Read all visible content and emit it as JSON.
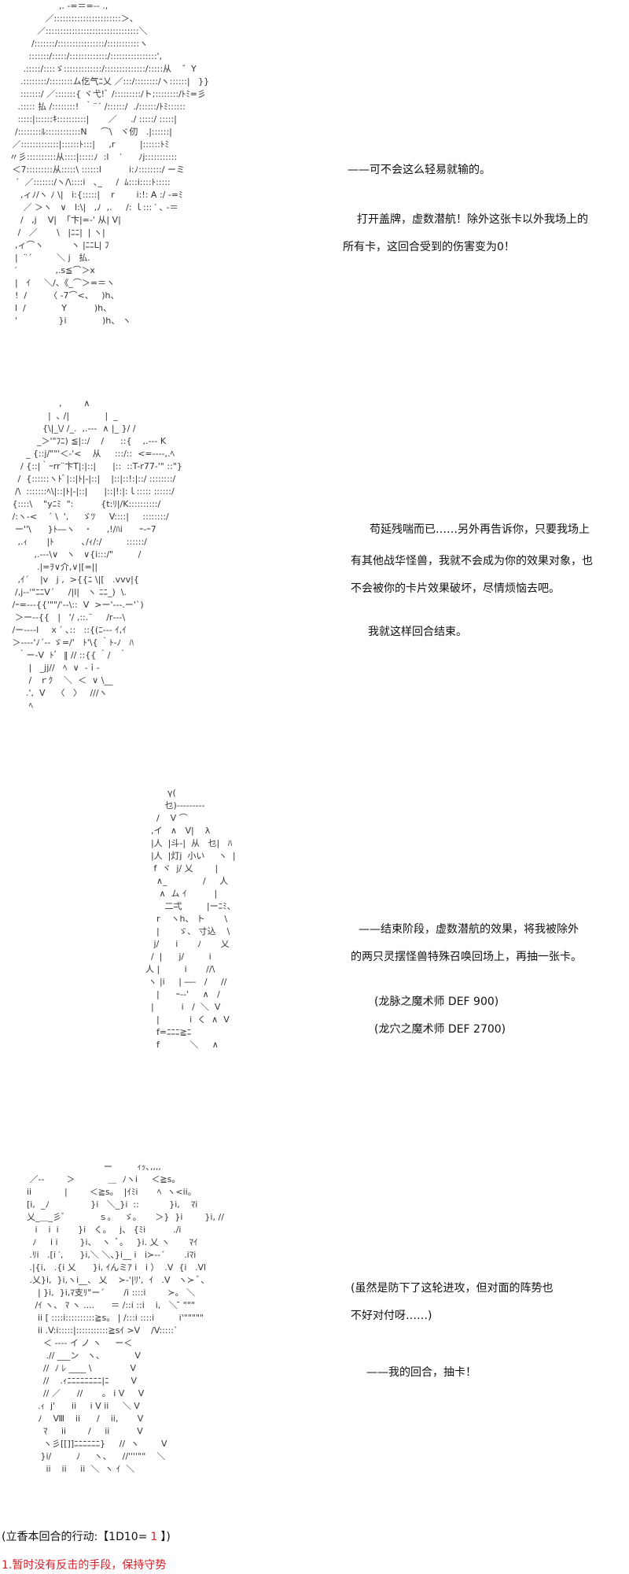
{
  "panels": [
    {
      "art": "                  ,. -=＝=‐- .,\n             ／:::::::::::::::::::::::＞、\n          ／::::::::::::::::::::::::::::::::＼\n        /:::::::/::::::::::::::::/:::::::::::ヽ\n       :::::::/:::::/:::::::::::::/::::::::::::::::',\n     .:::::/::::ゞ:::::::::::::/::::::::::::::/:::::从    ゛Y\n    .::::::::/::::::::ム仡气ﾆ乂 ／:::/::::::::/ヽ::::::|   }}\n    :::::::/ ／:::::::{ ヾ弋!ﾞ /:::::::::/ト;::::::::/ﾄﾐ=彡\n   .::::: 払 /::::::::!  ｀¨´ /::::::/  ./::::::/ﾄﾐ::::::\n   :::::|::::::ｷ::::::::::|       ／     ./ :::::/ :::::|\n  /::::::::ﾙ::::::::::::N     ⌒\\   ヾ仞   .|::::::|\n ／:::::::::::::|::::::ﾄ:::|     ,r         |::::::ﾄﾐ\n〃彡::::::::::从::::|:::::ﾉ  :l    ′      ﾉj:::::::::::\n ＜7:::::::::从:::::\\ ::::::l          i:ﾉ::::::::/ ーミ\n  ´  ／:::::::/ヽ/\\::::i   ､_     /  ﾑ:::i::::ﾄ:::::\n    ,ィﾉ/ヽ ﾉ \\|   i:{:::::|    r        i:!: A :/ ‐=ﾐ\n     ／ ＞ヽ   ∨   l:\\|   ,ﾉ  ,.     /: ｌ::: ′ ､ ‐＝\n    /   ,j    V|  「卞|=‐' 从| V|\n   /   ／       \\   |ﾆﾆ|  | ヽ|\n  ,ィ⌒ヽ          ヽ |ﾆﾆL| ﾌ\n  |  ¨´         ＼ j   払.\n  ′              ,.s≦⌒＞x\n  |   ｲ     ＼/、《_⌒＞=＝ヽ\n  !  /        〈 ‐7⌒<、   )h、\n  l  /             Y          )h、\n  '               }i             )h、 ヽ",
      "lines": [
        "——可不会这么轻易就输的。",
        "打开盖牌，虚数潜航！除外这张卡以外我场上的",
        "所有卡，这回合受到的伤害变为0！"
      ]
    },
    {
      "art": "                  ,        ∧\n              |  ､ /|             |  _\n            {\\|_\\/ /_.  ,.‐‐‐  ∧ |_ }/ /\n          _＞'\"ﾌﾆ) ≦|::/    /      ::{    ,.‐‐‐ K\n      _ {::j/\"\"'＜-'<    从     :::/::  <=‐-‐-,.ﾍ\n    / {::|｀ｰrr¨卞T|:|::|      |::  ::T-r77-'\" ::\"}\n   /  {::::::ヽﾄﾞ|::|ﾄ|-|::|    |::|::!:|::/ ::::::::/\n  /\\  :::::::ﾍ\\|::|ﾄ|-|::|      |::|!:|:ｌ::::: ::::::/\n {::::\\    \"yﾆﾐ  \":          {t:ﾘ|/K::::::::::/\n /:ヽ-<    ´ \\  ',     ゞﾂ     V::::|     ::::::::/\n  ー''\\      }ﾄ―ヽ    ･      ,!/ﾊi      ｰ-ｰ7\n   ,.ｨ       |ﾄ          ､/ｨ/:/         ::::::/\n         ,.‐‐‐\\∨   ヽ   ∨{i:::/\"         /\n          .|=ｦ∨介,∨|[=||\n   ,ｲ´    |v   j ,  >{{ﾆ \\|[   .vvv|{\n  /,j‐‐'\"ﾆﾆV´     /|l|   ヽ ﾆﾆ_)  \\.\n /ｰ=‐‐‐{{'\"\"/'-‐\\::  V  >ー'‐‐‐.ー'`)\n  ＞ー‐‐{{   |   '/ ,::.¨     /r‐‐‐\\\n /ー‐‐‐‐l    ｘ´ ､::   ::{(ﾆ‐‐‐ ｲ,ｲ\n ＞‐‐‐‐'ﾉ´‐‐ ゞ=/'   ﾄ'\\{ ｀ﾄ-ﾉ   ﾊ\n   ｀ー‐V  ﾄﾞ  ‖ // ::{{ ｀/   ｀\n       |   _jj//   ﾍ  ∨  -ｉ-\n       /   ｒｸ    ＼  ＜  ∨ \\__\n      .',  V    〈   〉   ///ヽ\n       ﾍ",
      "lines": [
        "苟延残喘而已……另外再告诉你，只要我场上",
        "有其他战华怪兽，我就不会成为你的效果对象，也",
        "不会被你的卡片效果破坏，尽情烦恼去吧。",
        "我就这样回合结束。"
      ]
    },
    {
      "art": "                  γ(\n                 乜)‐‐‐‐‐‐‐‐‐\n              /    V ⌒\n            ,イ   ∧   V|    λ\n            |人  |斗-|  从   乜|   ﾊ\n            |人  |灯j  小い     ヽ  |\n             f  ヾ  j/ 乂        |\n              ∧_             /     人\n               ∧  ム ｲ          |\n                 二弌         |ーﾆﾐ、\n              r    ヽh、 ト       \\\n              |       ゞ、 寸込    \\\n             j/      i       ﾉ       乂\n            /  |      j/         i\n          人 |         i       //\\\n           ヽ |i     | ―‐   /     //\n              |      ｰ‐‐'     ∧   /\n            |          i   /  ＼  V\n              |           i  く  ∧  V\n              f=ﾆﾆﾆ≧ﾆ\n              f           ＼     ∧",
      "lines": [
        "——结束阶段，虚数潜航的效果，将我被除外",
        "的两只灵摆怪兽特殊召唤回场上，再抽一张卡。",
        "(龙脉之魔术师 DEF 900)",
        "(龙穴之魔术师 DEF 2700)"
      ]
    },
    {
      "art": "                                ー         ｨｯ､,,,,\n     ／-‐        ＞            ＿  ﾉヽi     ＜≧s。\n    ii            |        ＜≧s。  |ｲﾐi       ﾍ  ヽ<ii。\n    [i,  _ﾉ               }i   ＼_}i  ::           }i,    ﾏi\n    乂_＿_彡ﾞ            ｓ。   ゞ。     ＞}  }i        }i, //\n       i    i  i       }i   く。   j、 {ﾐi          ./i\n      ﾉ     i i        }i、  ヽ  ﾞ。   }i. 乂 ヽ       ﾏｲ\n     .ﾘi   .[i ′,      }i,＼ ＼、}i__ i   i≻-‐´       .iﾏi\n     .|{i,   .{i 乂      }i, ｲんミｱ i   i ）  .V  {i   .Vl\n     .乂}i,  }i,ヽi__、 乂    ≻-'|ﾘ',  ｲ   .V   ヽ≻ ﾞ、\n        | }i,  }i,ﾏ支ﾘ\"ー´       /i ::::i        ≻。 ＼\n       /ｲ ヽ、 ﾏ ヽ ....      ＝ /::i ::i    i,   ＼ ̄ \"\"\"\n        ii [ ::::i::::::::::≧s。 | /:::i ::::i         i'\"\"\"\"\"\n        ii .V:i:::::|:::::::::::≧sｲ >V    /V:::::`\n          ＜ ‐‐‐‐ イ ノ ヽ     ー＜\n           .// ___ン   ヽ、           V\n          //  ﾉ ﾚ ____ \\              V\n          //    .ｨﾆﾆﾆﾆﾆﾆﾆﾆ|ﾆ        V\n          // ／      //       。 i V     V\n        .ｨ  j'      ii     i V ii     ＼ V\n        ﾉ    Ⅷ    ii      /    ii,       V\n          ﾏ     ii        /     ii          V\n          ヽ彡[[]]ﾆﾆﾆﾆﾆﾆ}     //  ヽ        V\n         }i/         ﾉ     ヽ、    //''''\"\"    ＼\n           ii    ii     ii  ＼  ヽ ｲ  ＼",
      "lines": [
        "(虽然是防下了这轮进攻，但对面的阵势也",
        "不好对付呀……)",
        "——我的回合，抽卡！"
      ]
    }
  ],
  "footer": {
    "action_prefix": "(立香本回合的行动:【1D10=",
    "dice_result": "1",
    "action_suffix": "】)",
    "option_1": "1.暂时没有反击的手段，保持守势"
  },
  "colors": {
    "text": "#111111",
    "highlight": "#d0202a"
  }
}
